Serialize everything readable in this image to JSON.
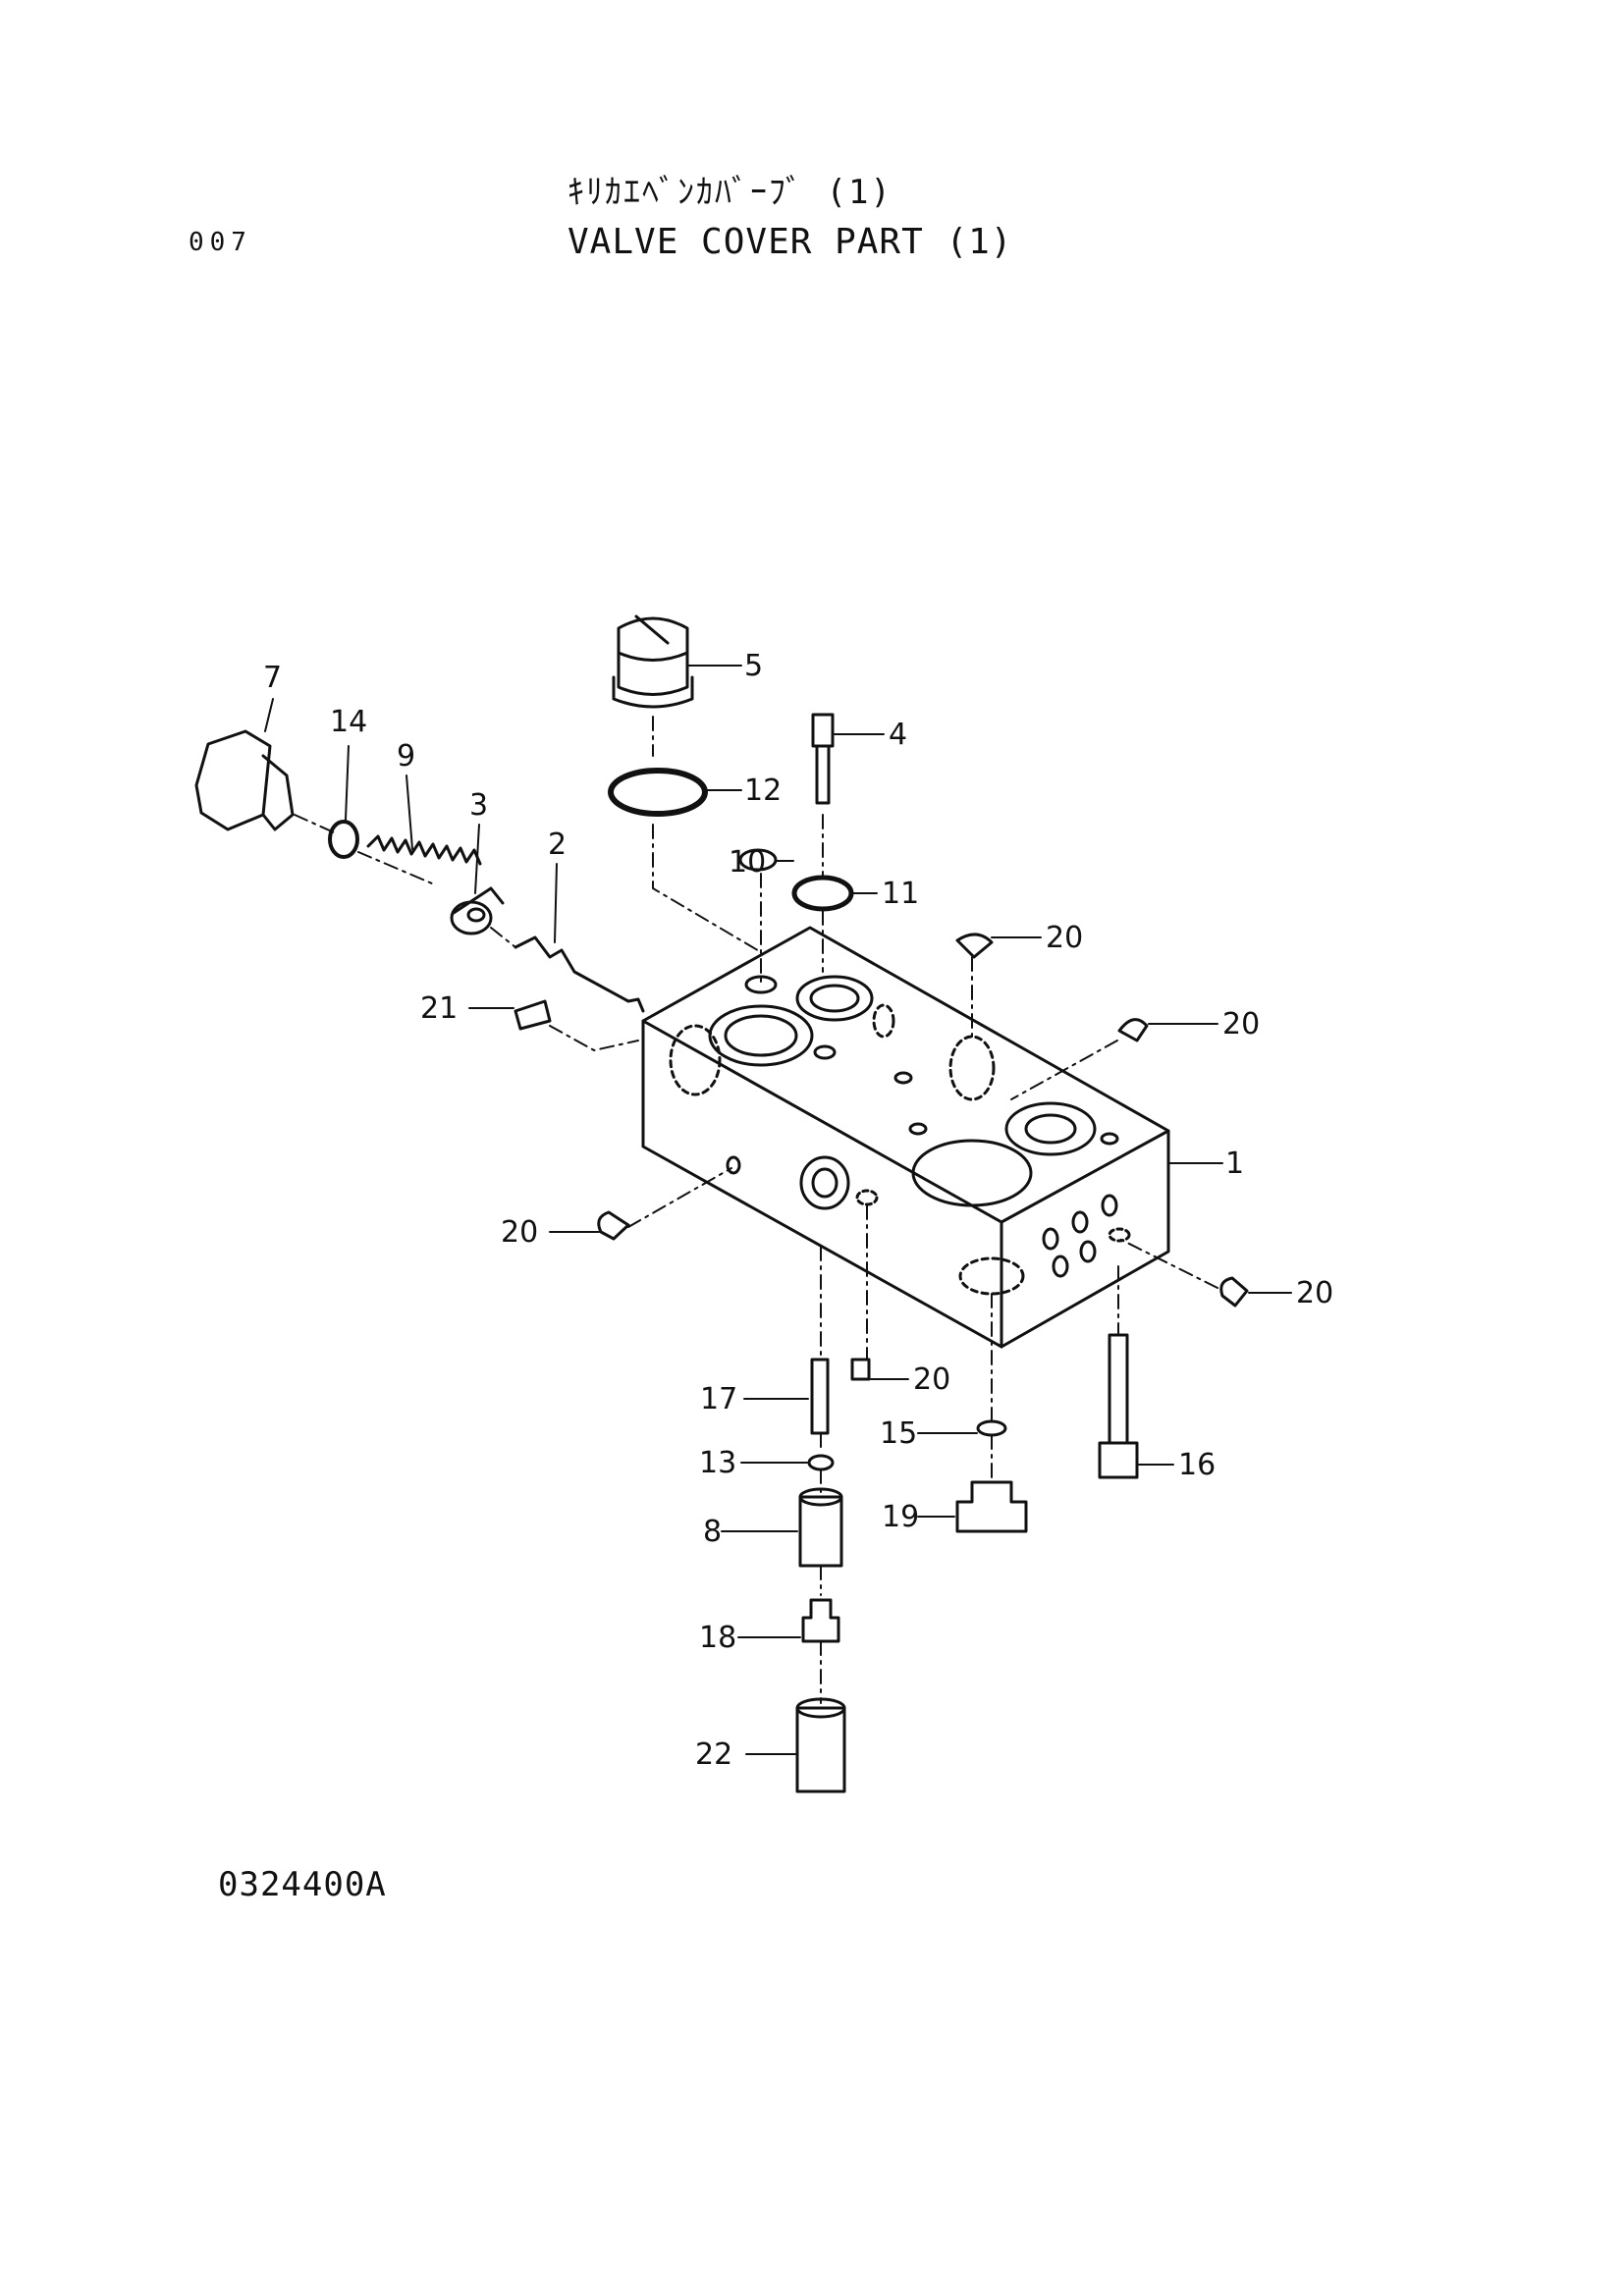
{
  "header": {
    "page_number": "007",
    "title_jp": "ｷﾘｶｴﾍﾞﾝｶﾊﾞｰﾌﾞ (1)",
    "title_en": "VALVE COVER PART (1)"
  },
  "footer": {
    "drawing_number": "0324400A"
  },
  "callouts": [
    "1",
    "2",
    "3",
    "4",
    "5",
    "7",
    "8",
    "9",
    "10",
    "11",
    "12",
    "13",
    "14",
    "15",
    "16",
    "17",
    "18",
    "19",
    "20",
    "20",
    "20",
    "20",
    "20",
    "21",
    "22"
  ]
}
